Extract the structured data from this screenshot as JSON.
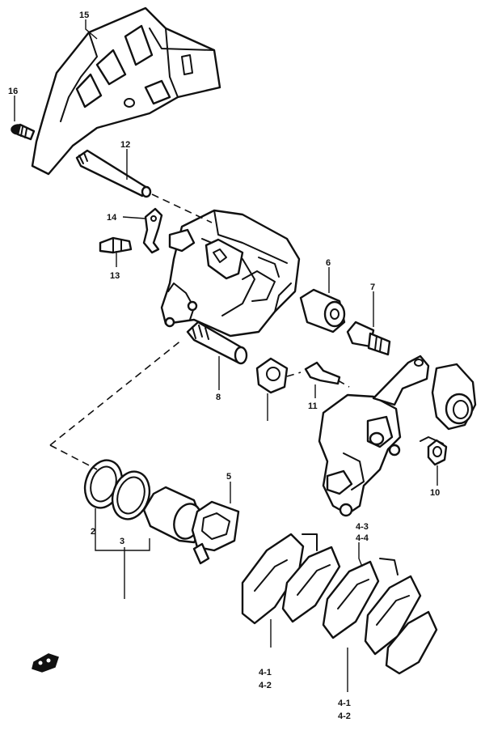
{
  "callouts": {
    "c15": "15",
    "c16": "16",
    "c12": "12",
    "c14": "14",
    "c13": "13",
    "c6": "6",
    "c7": "7",
    "c8": "8",
    "c11": "11",
    "c10": "10",
    "c5": "5",
    "c2": "2",
    "c3": "3",
    "c43": "4-3",
    "c44": "4-4",
    "c41a": "4-1",
    "c42a": "4-2",
    "c41b": "4-1",
    "c42b": "4-2"
  },
  "icons": {
    "corner_mark": "parts-catalog-mark-icon"
  }
}
